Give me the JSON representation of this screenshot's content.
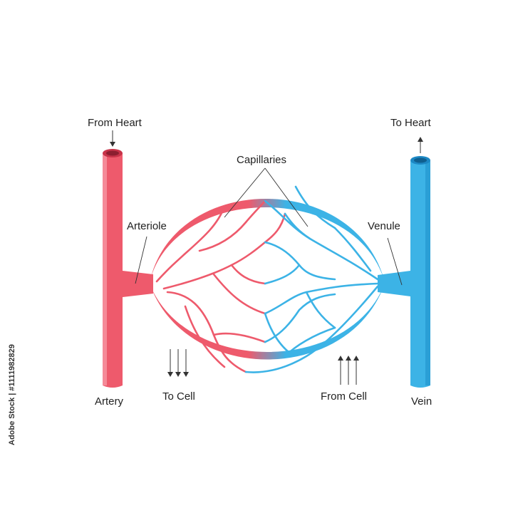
{
  "labels": {
    "from_heart": "From Heart",
    "to_heart": "To Heart",
    "capillaries": "Capillaries",
    "arteriole": "Arteriole",
    "venule": "Venule",
    "artery": "Artery",
    "vein": "Vein",
    "to_cell": "To Cell",
    "from_cell": "From Cell"
  },
  "watermark": "Adobe Stock | #1111982829",
  "colors": {
    "artery": "#ee5a6c",
    "artery_dark": "#c73349",
    "vein": "#3cb3e6",
    "vein_dark": "#1d88c4",
    "arrow": "#333333"
  }
}
